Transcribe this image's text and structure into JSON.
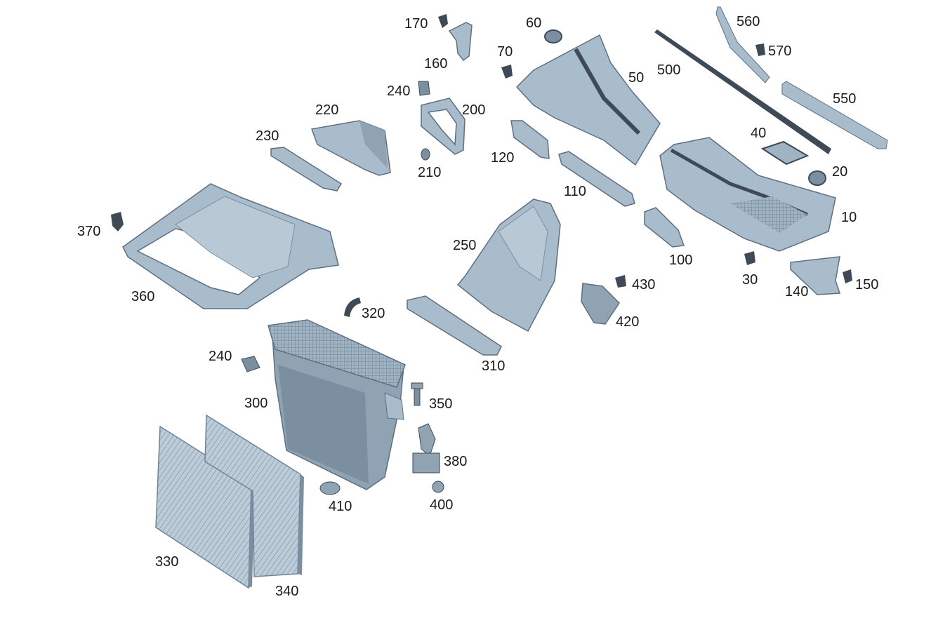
{
  "diagram": {
    "colors": {
      "part_fill": "#a9bccb",
      "part_light": "#c6d4df",
      "part_dark": "#7b8fa0",
      "part_edge": "#5d6f80",
      "seal": "#3e4a55",
      "filter_fill": "#bcccd8",
      "filter_line": "#93a6b6"
    },
    "labels": {
      "p10": "10",
      "p20": "20",
      "p30": "30",
      "p40": "40",
      "p50": "50",
      "p60": "60",
      "p70": "70",
      "p100": "100",
      "p110": "110",
      "p120": "120",
      "p140": "140",
      "p150": "150",
      "p160": "160",
      "p170": "170",
      "p200": "200",
      "p210": "210",
      "p220": "220",
      "p230": "230",
      "p240a": "240",
      "p240b": "240",
      "p250": "250",
      "p300": "300",
      "p310": "310",
      "p320": "320",
      "p330": "330",
      "p340": "340",
      "p350": "350",
      "p360": "360",
      "p370": "370",
      "p380": "380",
      "p400": "400",
      "p410": "410",
      "p420": "420",
      "p430": "430",
      "p500": "500",
      "p550": "550",
      "p560": "560",
      "p570": "570"
    }
  }
}
